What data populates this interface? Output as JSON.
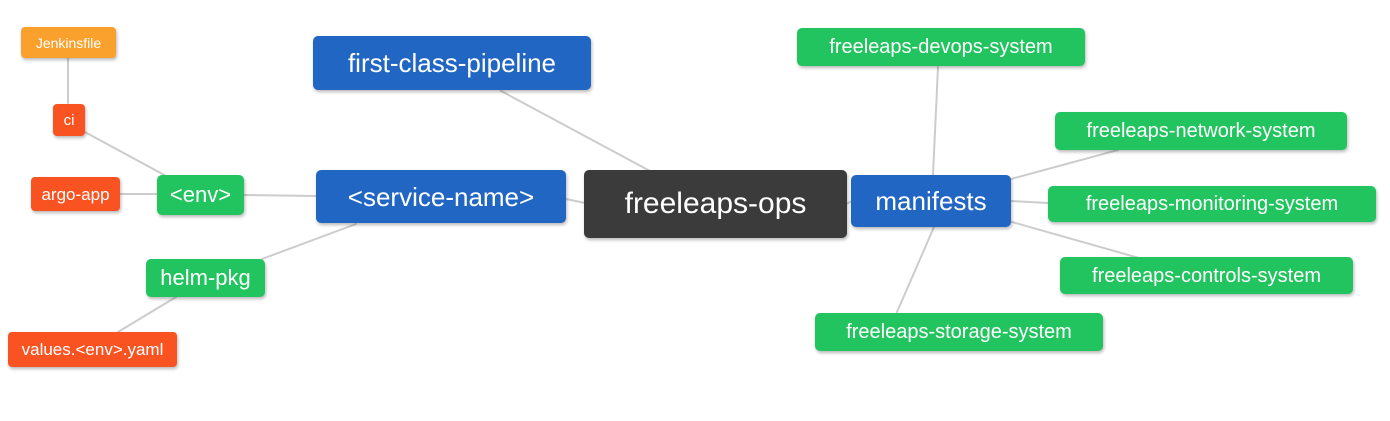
{
  "diagram_type": "mindmap",
  "colors": {
    "node_orange": "#f9a12c",
    "node_red": "#f95322",
    "node_green": "#21c45e",
    "node_blue": "#2266c3",
    "node_dark": "#3b3b3b",
    "edge_gray": "#cccccc",
    "text": "#ffffff",
    "background": "#ffffff"
  },
  "nodes": {
    "jenkinsfile": {
      "label": "Jenkinsfile",
      "color": "#f9a12c"
    },
    "ci": {
      "label": "ci",
      "color": "#f95322"
    },
    "argo_app": {
      "label": "argo-app",
      "color": "#f95322"
    },
    "env": {
      "label": "<env>",
      "color": "#21c45e"
    },
    "helm_pkg": {
      "label": "helm-pkg",
      "color": "#21c45e"
    },
    "values_env_yaml": {
      "label": "values.<env>.yaml",
      "color": "#f95322"
    },
    "first_class_pipeline": {
      "label": "first-class-pipeline",
      "color": "#2266c3"
    },
    "service_name": {
      "label": "<service-name>",
      "color": "#2266c3"
    },
    "freeleaps_ops": {
      "label": "freeleaps-ops",
      "color": "#3b3b3b"
    },
    "manifests": {
      "label": "manifests",
      "color": "#2266c3"
    },
    "devops_system": {
      "label": "freeleaps-devops-system",
      "color": "#21c45e"
    },
    "network_system": {
      "label": "freeleaps-network-system",
      "color": "#21c45e"
    },
    "monitoring_system": {
      "label": "freeleaps-monitoring-system",
      "color": "#21c45e"
    },
    "controls_system": {
      "label": "freeleaps-controls-system",
      "color": "#21c45e"
    },
    "storage_system": {
      "label": "freeleaps-storage-system",
      "color": "#21c45e"
    }
  },
  "edges": [
    {
      "from": "Jenkinsfile",
      "to": "ci"
    },
    {
      "from": "ci",
      "to": "<env>"
    },
    {
      "from": "argo-app",
      "to": "<env>"
    },
    {
      "from": "<env>",
      "to": "<service-name>"
    },
    {
      "from": "helm-pkg",
      "to": "<service-name>"
    },
    {
      "from": "values.<env>.yaml",
      "to": "helm-pkg"
    },
    {
      "from": "first-class-pipeline",
      "to": "freeleaps-ops"
    },
    {
      "from": "<service-name>",
      "to": "freeleaps-ops"
    },
    {
      "from": "freeleaps-ops",
      "to": "manifests"
    },
    {
      "from": "manifests",
      "to": "freeleaps-devops-system"
    },
    {
      "from": "manifests",
      "to": "freeleaps-network-system"
    },
    {
      "from": "manifests",
      "to": "freeleaps-monitoring-system"
    },
    {
      "from": "manifests",
      "to": "freeleaps-controls-system"
    },
    {
      "from": "manifests",
      "to": "freeleaps-storage-system"
    }
  ]
}
